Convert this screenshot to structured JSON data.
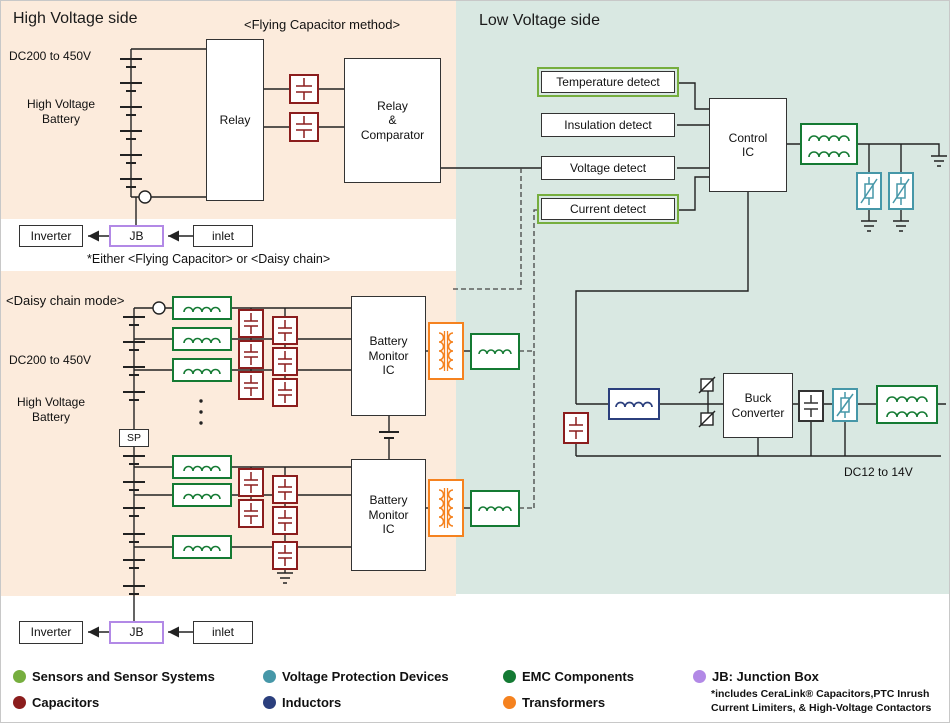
{
  "titles": {
    "hv_side": "High Voltage side",
    "lv_side": "Low Voltage side",
    "flying_cap_method": "<Flying Capacitor method>",
    "daisy_chain_mode": "<Daisy chain mode>",
    "either_note": "*Either <Flying Capacitor> or <Daisy chain>"
  },
  "hv_top": {
    "voltage": "DC200 to 450V",
    "battery": "High Voltage Battery",
    "relay": "Relay",
    "relay_comparator": "Relay\n&\nComparator",
    "inverter": "Inverter",
    "jb": "JB",
    "inlet": "inlet"
  },
  "hv_bottom": {
    "voltage": "DC200 to 450V",
    "battery": "High Voltage Battery",
    "sp": "SP",
    "monitor_ic_1": "Battery\nMonitor\nIC",
    "monitor_ic_2": "Battery\nMonitor\nIC",
    "inverter": "Inverter",
    "jb": "JB",
    "inlet": "inlet"
  },
  "lv": {
    "temperature_detect": "Temperature detect",
    "insulation_detect": "Insulation detect",
    "voltage_detect": "Voltage detect",
    "current_detect": "Current detect",
    "control_ic": "Control\nIC",
    "buck_converter": "Buck\nConverter",
    "output_voltage": "DC12 to 14V"
  },
  "legend": {
    "items": [
      {
        "label": "Sensors and Sensor Systems",
        "color": "#76ae3e"
      },
      {
        "label": "Voltage Protection Devices",
        "color": "#4697a8"
      },
      {
        "label": "EMC Components",
        "color": "#147a33"
      },
      {
        "label": "JB: Junction Box",
        "color": "#b289e6"
      },
      {
        "label": "Capacitors",
        "color": "#8b1d1d"
      },
      {
        "label": "Inductors",
        "color": "#2b3f7d"
      },
      {
        "label": "Transformers",
        "color": "#f5821f"
      }
    ],
    "note": "*includes CeraLink® Capacitors,PTC Inrush Current Limiters, & High-Voltage Contactors"
  },
  "colors": {
    "hv_bg": "#fcebdc",
    "lv_bg": "#d9e8e2",
    "sensor_green": "#76ae3e",
    "capacitor_red": "#8b1d1d",
    "protection_teal": "#4697a8",
    "inductor_blue": "#2b3f7d",
    "emc_green": "#147a33",
    "transformer_orange": "#f5821f",
    "jb_purple": "#b289e6",
    "wire": "#222222"
  }
}
